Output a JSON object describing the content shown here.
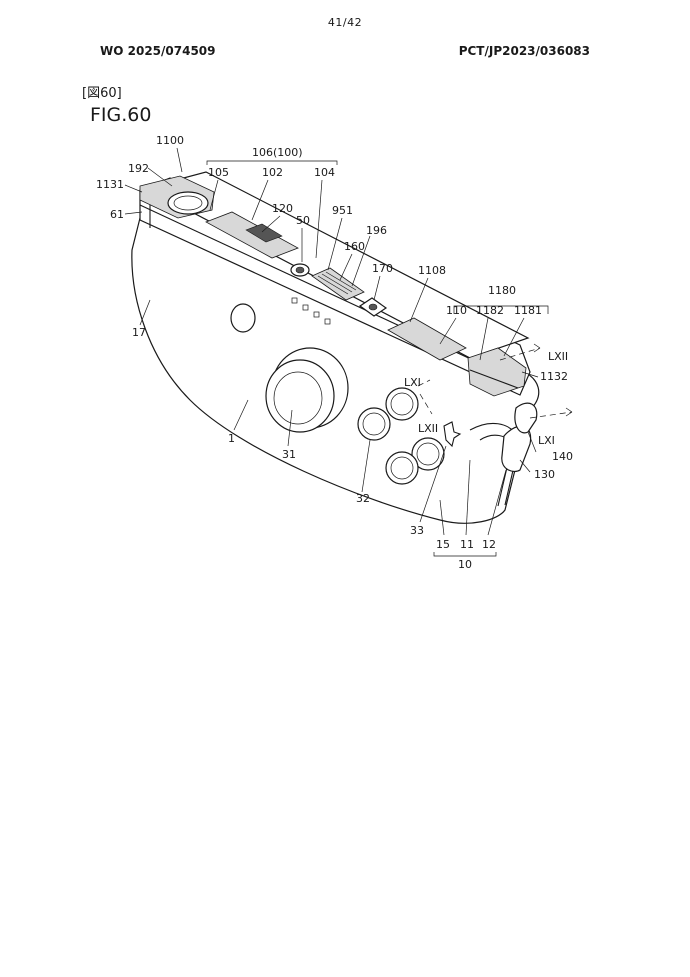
{
  "header": {
    "page_number": "41/42",
    "publication_number": "WO 2025/074509",
    "application_number": "PCT/JP2023/036083"
  },
  "figure": {
    "bracket_label": "[図60]",
    "title": "FIG.60"
  },
  "labels": {
    "l1100": "1100",
    "l192": "192",
    "l1131": "1131",
    "l61": "61",
    "l106": "106(100)",
    "l105": "105",
    "l102": "102",
    "l104": "104",
    "l120": "120",
    "l50": "50",
    "l951": "951",
    "l196": "196",
    "l160": "160",
    "l170": "170",
    "l1108": "1108",
    "l1180": "1180",
    "l1182": "1182",
    "l1181": "1181",
    "l110": "110",
    "lLXII_a": "LXII",
    "l1132": "1132",
    "lLXI_a": "LXI",
    "lLXII_b": "LXII",
    "lLXI_b": "LXI",
    "l140": "140",
    "l130": "130",
    "l17": "17",
    "l1": "1",
    "l31": "31",
    "l32": "32",
    "l33": "33",
    "l15": "15",
    "l11": "11",
    "l12": "12",
    "l10": "10"
  }
}
